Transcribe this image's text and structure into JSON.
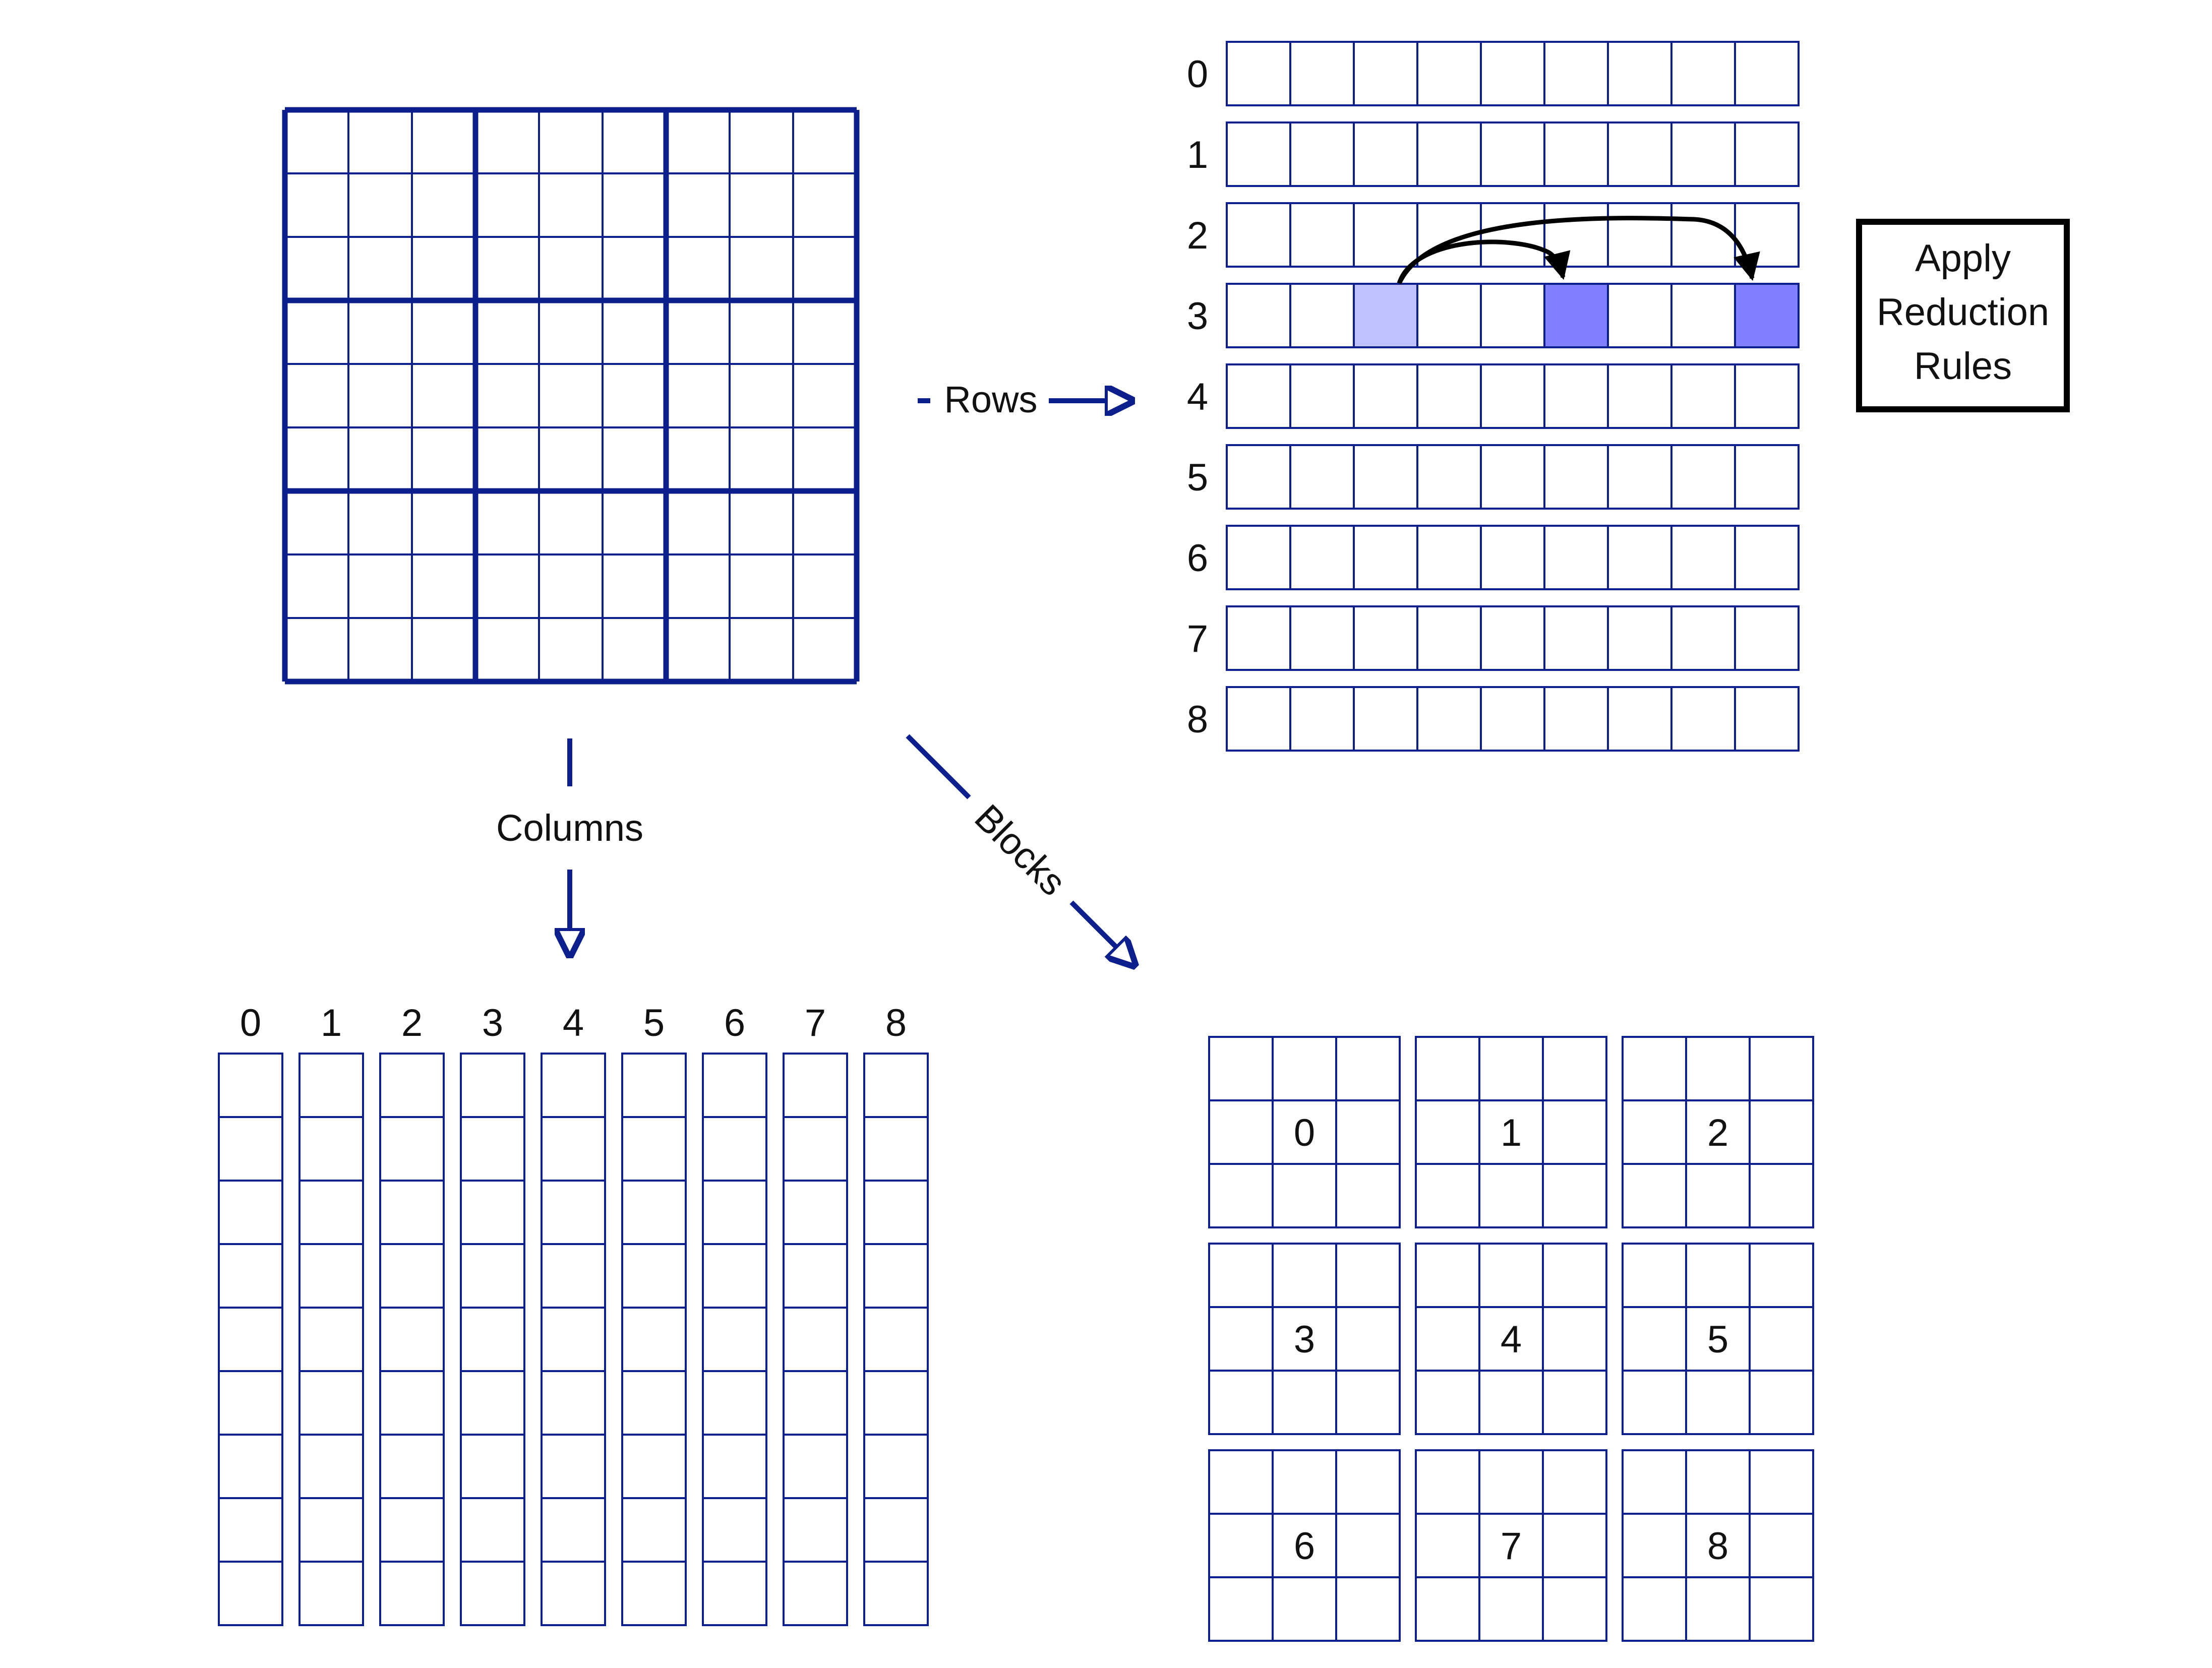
{
  "labels": {
    "rows": "Rows",
    "columns": "Columns",
    "blocks": "Blocks"
  },
  "action_box": {
    "lines": [
      "Apply",
      "Reduction",
      "Rules"
    ]
  },
  "row_indices": [
    "0",
    "1",
    "2",
    "3",
    "4",
    "5",
    "6",
    "7",
    "8"
  ],
  "column_indices": [
    "0",
    "1",
    "2",
    "3",
    "4",
    "5",
    "6",
    "7",
    "8"
  ],
  "block_indices": [
    "0",
    "1",
    "2",
    "3",
    "4",
    "5",
    "6",
    "7",
    "8"
  ],
  "highlight": {
    "row": 3,
    "source_cell": 2,
    "target_cells": [
      5,
      8
    ]
  },
  "colors": {
    "grid": "#0d1f8c",
    "source_fill": "#c0c0ff",
    "target_fill": "#8080ff",
    "connector": "#000000",
    "box_border": "#000000"
  }
}
